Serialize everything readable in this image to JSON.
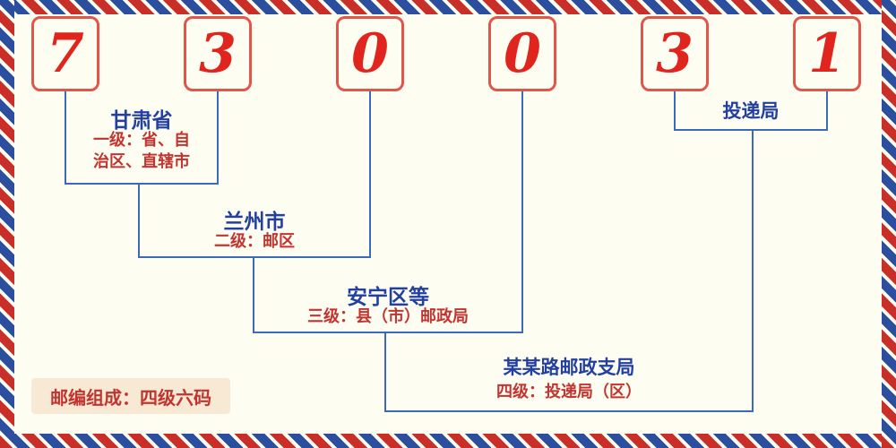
{
  "postal_code": {
    "digits": [
      "7",
      "3",
      "0",
      "0",
      "3",
      "1"
    ]
  },
  "levels": {
    "level1": {
      "name": "甘肃省",
      "desc_lines": [
        "一级：省、自",
        "治区、直辖市"
      ]
    },
    "level2": {
      "name": "兰州市",
      "desc": "二级：邮区"
    },
    "level3": {
      "name": "安宁区等",
      "desc": "三级：县（市）邮政局"
    },
    "level4": {
      "name": "投递局",
      "branch": "某某路邮政支局",
      "desc": "四级：投递局（区）"
    }
  },
  "footer": {
    "composition": "邮编组成：四级六码"
  },
  "colors": {
    "digit_red": "#e0251f",
    "digit_box_border": "#e2554a",
    "label_blue": "#2340a0",
    "desc_red": "#c23430",
    "line_blue": "#3a6ab8",
    "stripe_red": "#c92f28",
    "stripe_blue": "#2b4f9e",
    "badge_background": "#f7e9d4",
    "page_background": "#fdfdf2"
  }
}
